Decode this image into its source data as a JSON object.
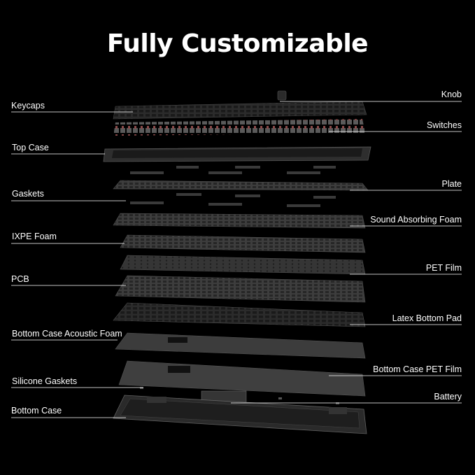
{
  "title": "Fully Customizable",
  "colors": {
    "background": "#000000",
    "text": "#ffffff",
    "layer": "#3a3a3a",
    "switch_stem": "#8b4a4a"
  },
  "left_labels": [
    {
      "name": "keycaps",
      "text": "Keycaps"
    },
    {
      "name": "top-case",
      "text": "Top Case"
    },
    {
      "name": "gaskets",
      "text": "Gaskets"
    },
    {
      "name": "ixpe-foam",
      "text": "IXPE Foam"
    },
    {
      "name": "pcb",
      "text": "PCB"
    },
    {
      "name": "bottom-case-acoustic-foam",
      "text": "Bottom Case Acoustic Foam"
    },
    {
      "name": "silicone-gaskets",
      "text": "Silicone Gaskets"
    },
    {
      "name": "bottom-case",
      "text": "Bottom Case"
    }
  ],
  "right_labels": [
    {
      "name": "knob",
      "text": "Knob"
    },
    {
      "name": "switches",
      "text": "Switches"
    },
    {
      "name": "plate",
      "text": "Plate"
    },
    {
      "name": "sound-absorbing-foam",
      "text": "Sound Absorbing Foam"
    },
    {
      "name": "pet-film",
      "text": "PET Film"
    },
    {
      "name": "latex-bottom-pad",
      "text": "Latex Bottom Pad"
    },
    {
      "name": "bottom-case-pet-film",
      "text": "Bottom Case PET Film"
    },
    {
      "name": "battery",
      "text": "Battery"
    }
  ]
}
